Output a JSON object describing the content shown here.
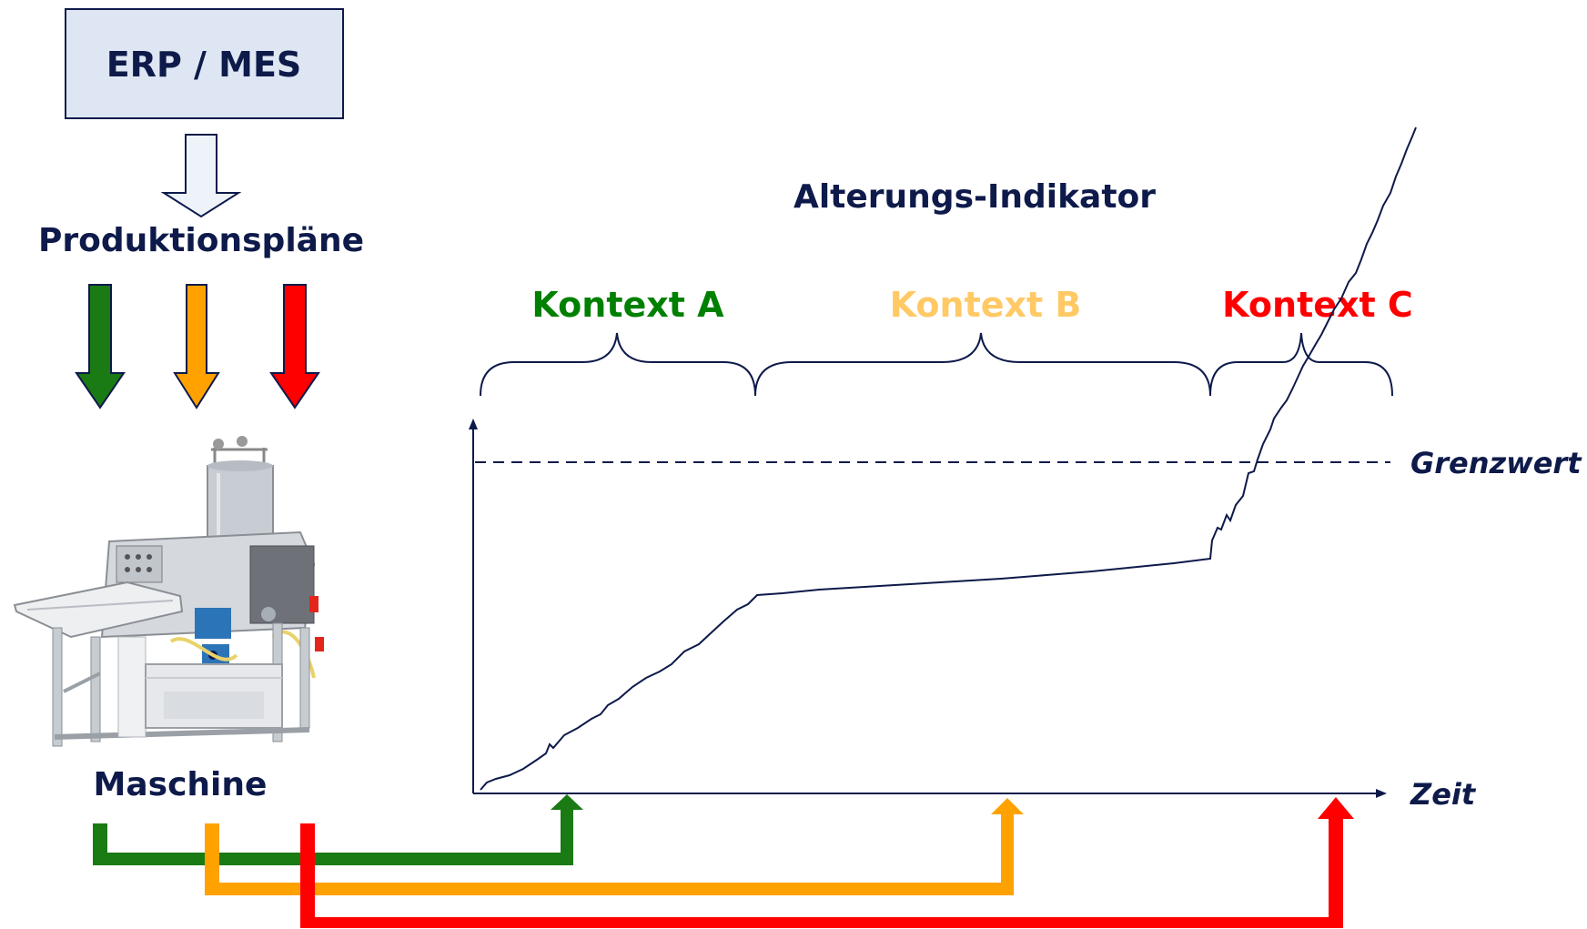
{
  "erp_box": {
    "label": "ERP / MES"
  },
  "production_plans": {
    "label": "Produktionspläne"
  },
  "machine": {
    "label": "Maschine",
    "image_icon": "packaging-machine-photo"
  },
  "chart": {
    "title": "Alterungs-Indikator",
    "x_axis_label": "Zeit",
    "threshold_label": "Grenzwert"
  },
  "contexts": [
    {
      "label": "Kontext A",
      "color": "#008000"
    },
    {
      "label": "Kontext B",
      "color": "#FFC966"
    },
    {
      "label": "Kontext C",
      "color": "#FF0000"
    }
  ],
  "colors": {
    "navy": "#0D1A4A",
    "box_fill": "#DDE6F2",
    "green_arrow": "#1A7A14",
    "orange_arrow": "#FFA200",
    "red_arrow": "#FF0000"
  }
}
